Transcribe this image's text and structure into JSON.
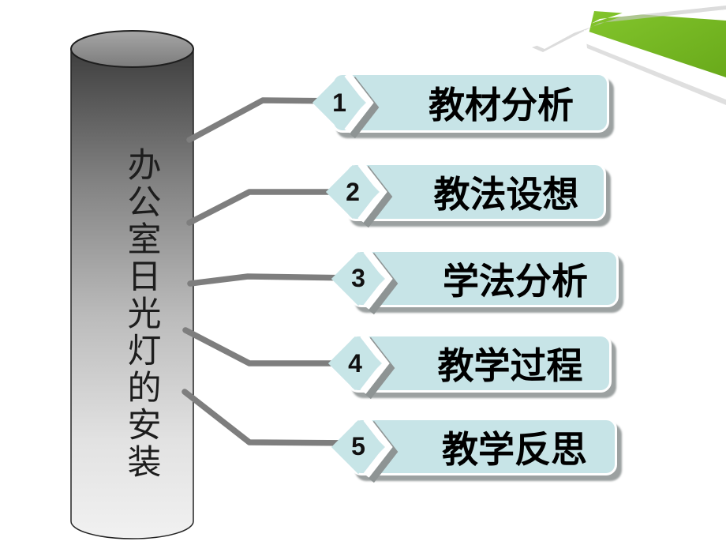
{
  "slide": {
    "vertical_title": "办公室日光灯的安装",
    "items": [
      {
        "number": "1",
        "label": "教材分析"
      },
      {
        "number": "2",
        "label": "教法设想"
      },
      {
        "number": "3",
        "label": "学法分析"
      },
      {
        "number": "4",
        "label": "教学过程"
      },
      {
        "number": "5",
        "label": "教学反思"
      }
    ],
    "colors": {
      "item_fill": "#c7e4e7",
      "item_border": "#ffffff",
      "item_shadow": "#848a8a",
      "connector_gray": "#7e7e7e",
      "ribbon_green": "#72b41e",
      "cylinder_dark": "#3f3f3f",
      "cylinder_light": "#f0f0f0",
      "text_black": "#000000"
    }
  }
}
